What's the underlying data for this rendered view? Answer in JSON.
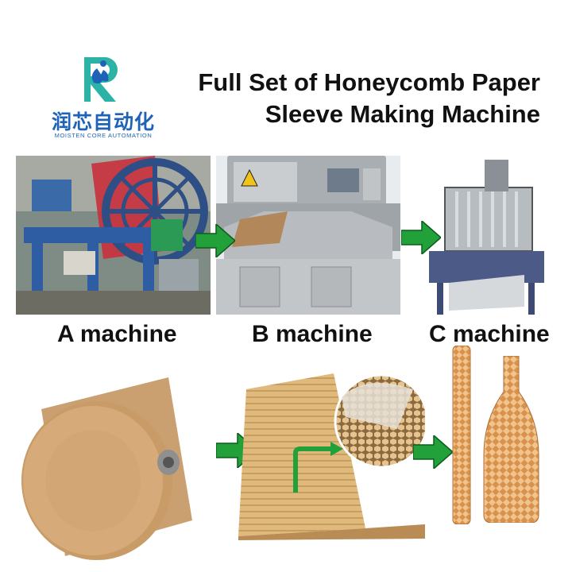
{
  "brand": {
    "name_cn": "润芯自动化",
    "name_en": "MOISTEN CORE AUTOMATION",
    "colors": {
      "teal": "#2bb3a6",
      "blue": "#1e63b8"
    }
  },
  "title": {
    "line1": "Full Set of Honeycomb Paper",
    "line2": "Sleeve Making Machine"
  },
  "machines": [
    {
      "label": "A machine"
    },
    {
      "label": "B machine"
    },
    {
      "label": "C machine"
    }
  ],
  "arrow_color": "#22a03a",
  "kraft_color": "#d3a56c"
}
